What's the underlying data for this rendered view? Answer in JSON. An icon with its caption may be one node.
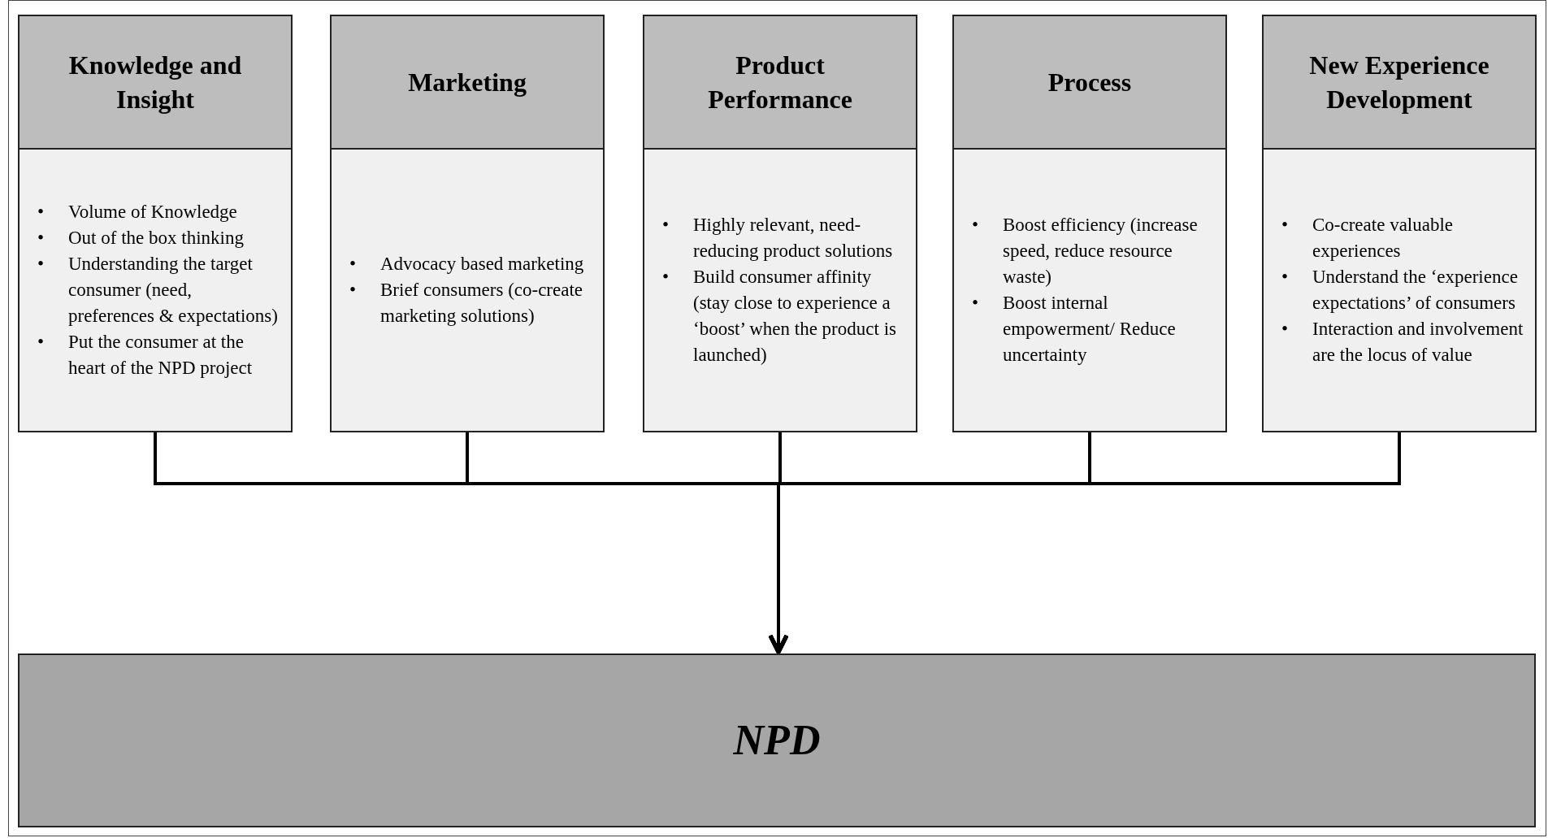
{
  "diagram": {
    "nodes": [
      {
        "text": [
          "Knowledge and Insight",
          "Volume of Knowledge",
          "Out of the box thinking",
          "Understanding the target consumer (need, preferences & expectations)",
          "Put the consumer at the heart of the NPD project"
        ]
      },
      {
        "text": [
          "Marketing",
          "Advocacy based marketing",
          "Brief consumers (co-create marketing solutions)"
        ]
      },
      {
        "text": [
          "Product Performance",
          "Highly relevant, need-reducing product solutions",
          "Build consumer affinity (stay close to experience a ‘boost’ when the product is launched)"
        ]
      },
      {
        "text": [
          "Process",
          "Boost efficiency (increase speed, reduce resource waste)",
          "Boost internal empowerment/ Reduce uncertainty"
        ]
      },
      {
        "text": [
          "New Experience Development",
          "Co-create valuable experiences",
          "Understand the ‘experience expectations’ of consumers",
          "Interaction and involvement are the locus of value"
        ]
      },
      {
        "text": [
          "NPD"
        ]
      }
    ],
    "edges": [
      {
        "from": 0,
        "to": 5,
        "arrow": "to"
      },
      {
        "from": 1,
        "to": 5,
        "arrow": "to"
      },
      {
        "from": 2,
        "to": 5,
        "arrow": "to"
      },
      {
        "from": 3,
        "to": 5,
        "arrow": "to"
      },
      {
        "from": 4,
        "to": 5,
        "arrow": "to"
      }
    ],
    "labels": [
      "•",
      "•",
      "•",
      "•",
      "•",
      "•",
      "•",
      "•",
      "•",
      "•",
      "•",
      "•",
      "•"
    ]
  }
}
